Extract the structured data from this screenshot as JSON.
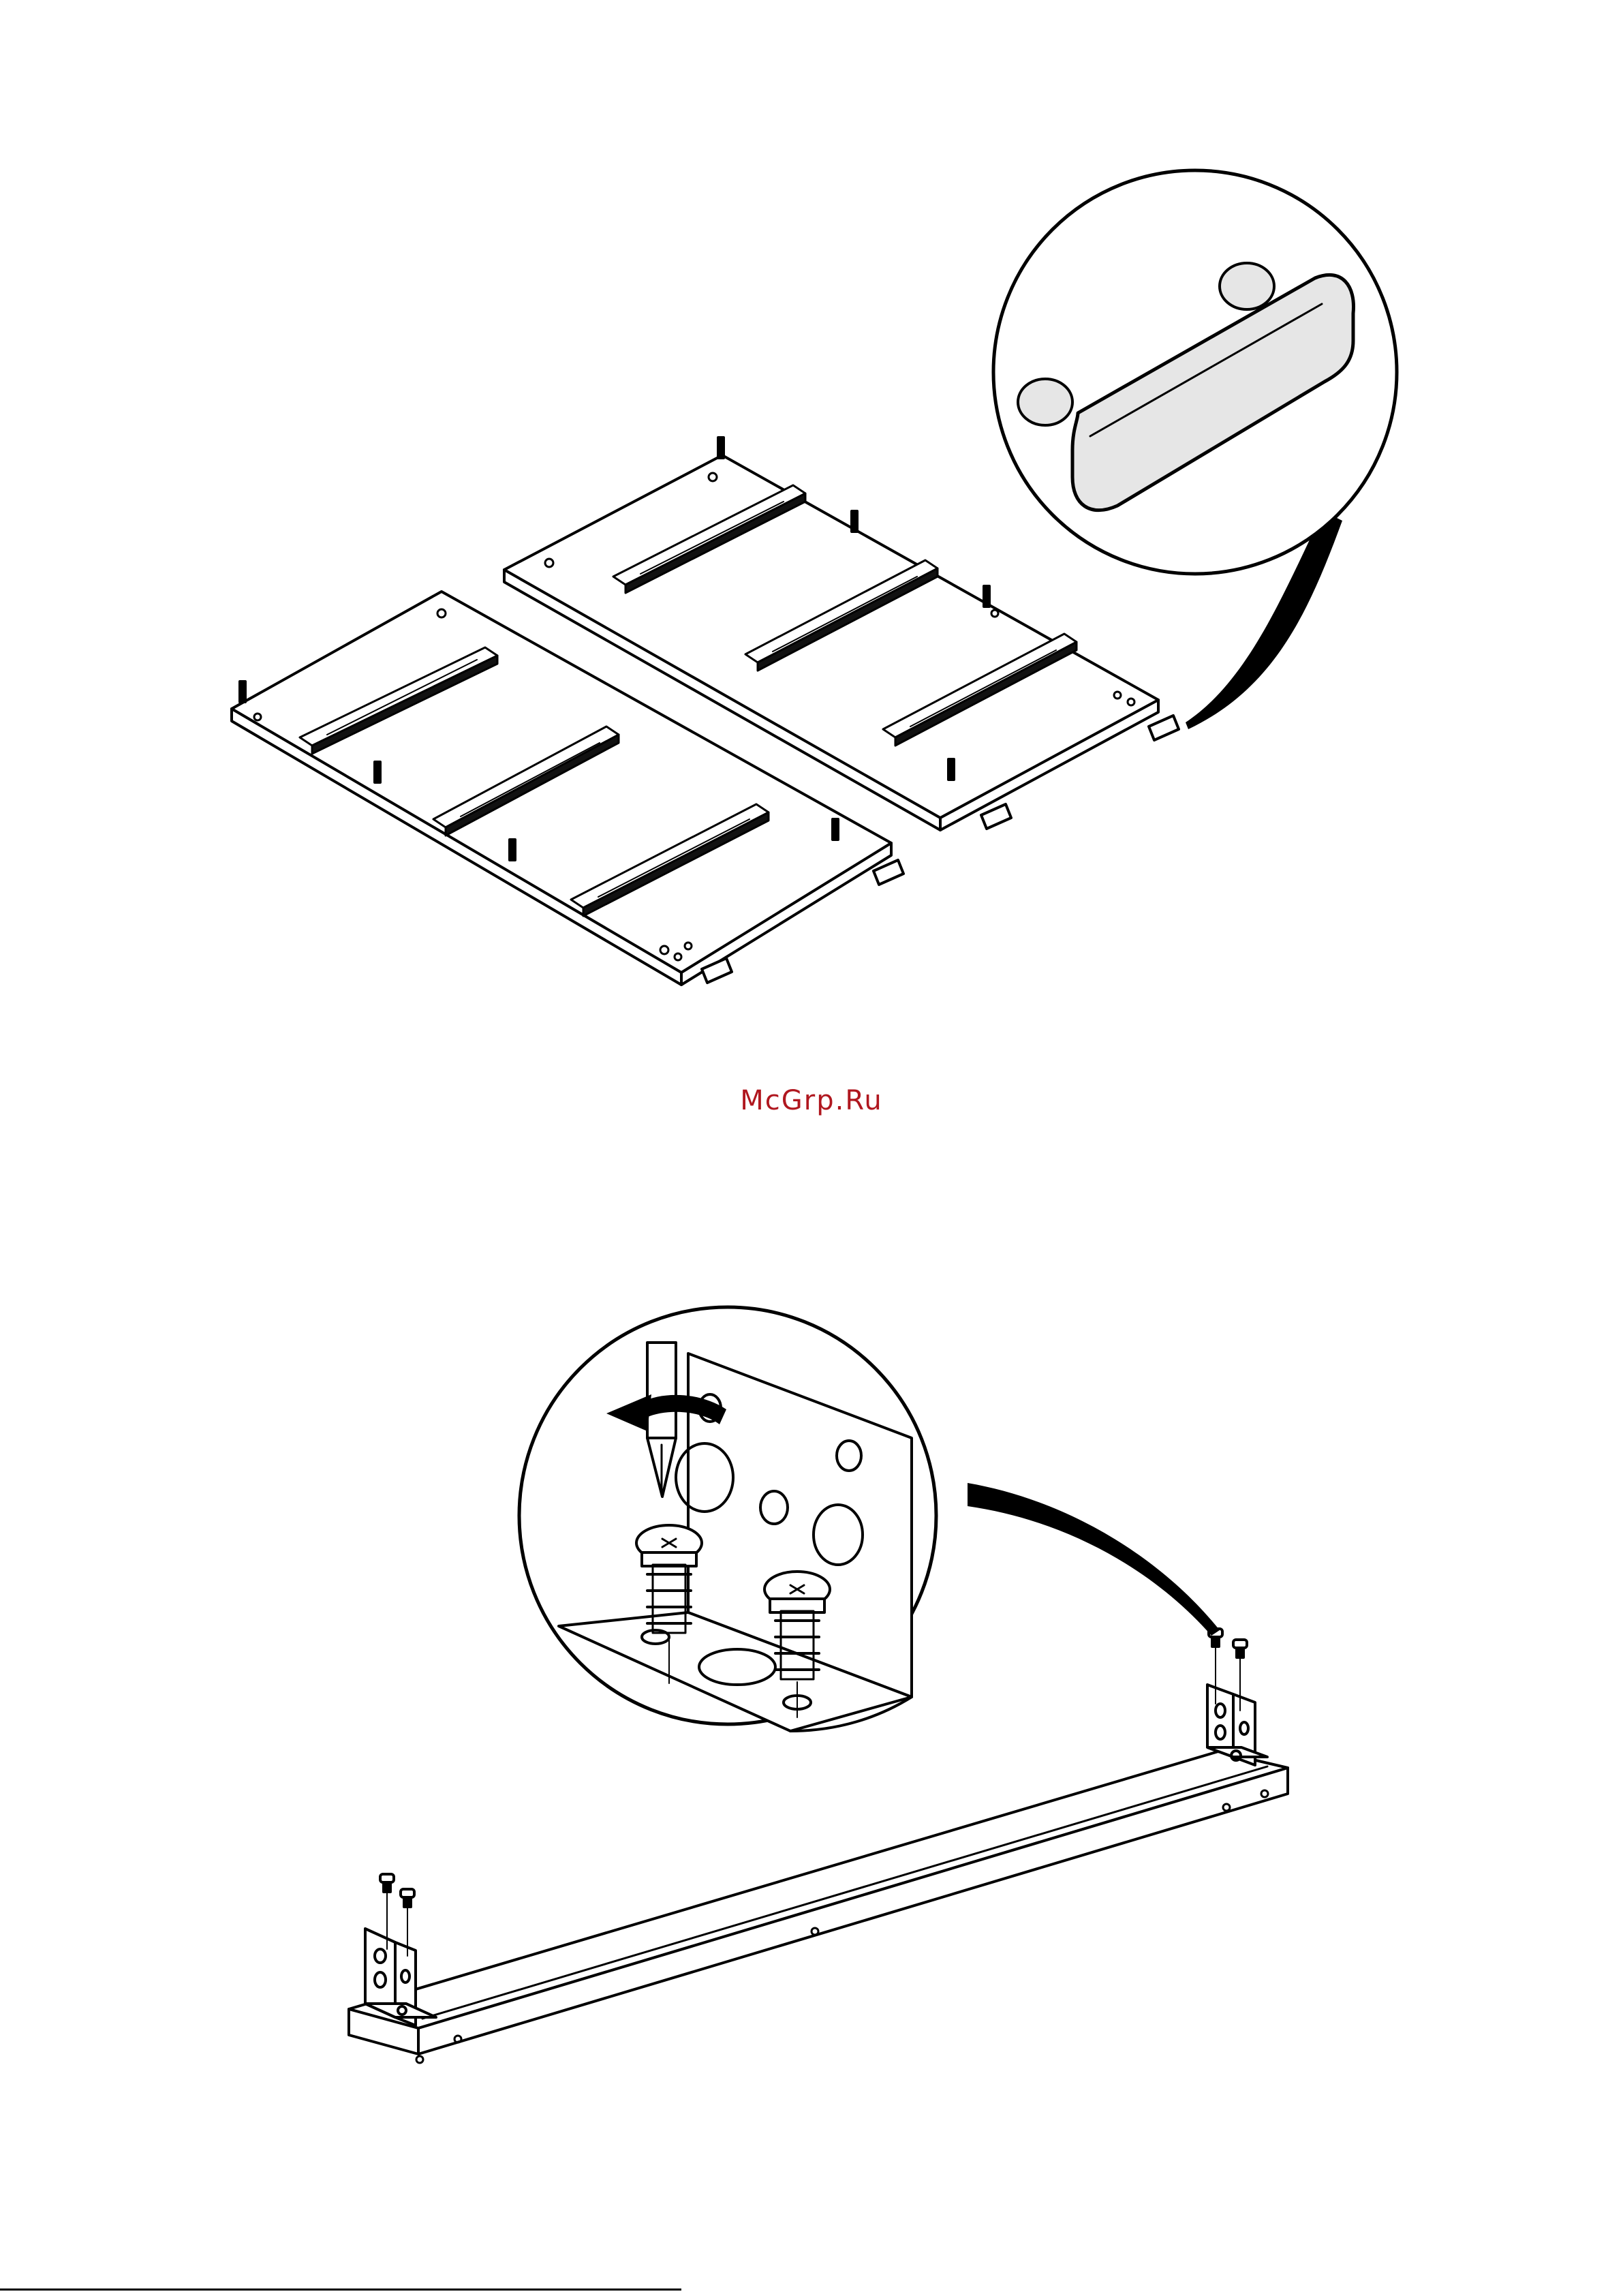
{
  "watermark": {
    "text": "McGrp.Ru",
    "color": "#b0171f"
  },
  "illustrations": [
    {
      "name": "shelf-panels-with-rails-and-dowels"
    },
    {
      "name": "detail-pull-knob"
    },
    {
      "name": "plinth-beam-with-corner-brackets"
    },
    {
      "name": "detail-screwing-bracket"
    }
  ],
  "colors": {
    "line": "#000000",
    "knob_fill": "#e6e6e6",
    "paper": "#ffffff"
  }
}
